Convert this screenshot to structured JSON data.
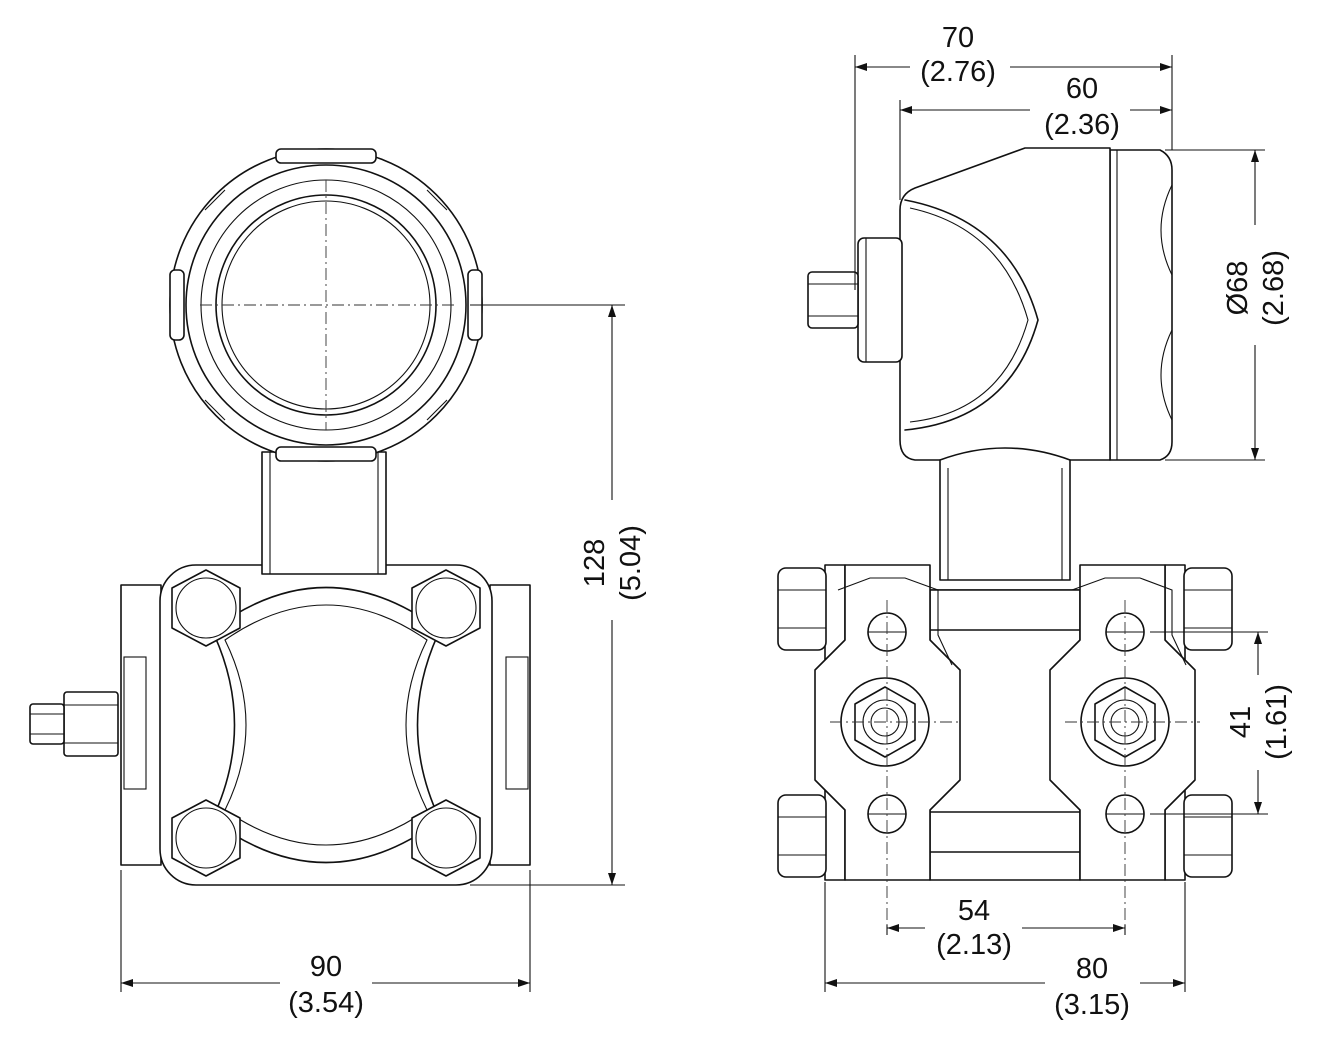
{
  "dimensions": {
    "width_front": {
      "value": "90",
      "inch": "(3.54)"
    },
    "height": {
      "value": "128",
      "inch": "(5.04)"
    },
    "depth_overall": {
      "value": "70",
      "inch": "(2.76)"
    },
    "depth_housing": {
      "value": "60",
      "inch": "(2.36)"
    },
    "housing_diameter": {
      "value": "Ø68",
      "inch": "(2.68)"
    },
    "port_vertical_spacing": {
      "value": "41",
      "inch": "(1.61)"
    },
    "port_horizontal_spacing": {
      "value": "54",
      "inch": "(2.13)"
    },
    "width_side": {
      "value": "80",
      "inch": "(3.15)"
    }
  },
  "colors": {
    "line": "#111111",
    "background": "#ffffff"
  }
}
